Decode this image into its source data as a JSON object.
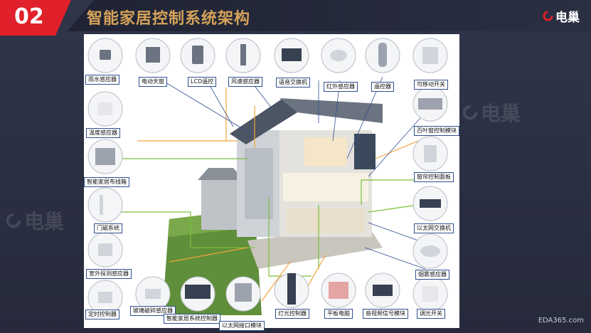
{
  "slide": {
    "number": "02",
    "title": "智能家居控制系统架构",
    "brand": "电巢",
    "footer": "EDA365.com",
    "watermark": "电巢"
  },
  "colors": {
    "background": "#2b3043",
    "accent_red": "#e0202a",
    "title_gold": "#d6a35a",
    "label_border": "#2f4f8f",
    "wire_green": "#7bbf3a",
    "wire_orange": "#f2a33a"
  },
  "devices": {
    "rain_sensor": "雨水感应器",
    "power_window": "电动天窗",
    "lcd_remote": "LCD遥控",
    "wind_sensor": "风速感应器",
    "audio_switch": "语音交换机",
    "infrared_sensor": "红外感应器",
    "remote_ctrl": "遥控器",
    "mobile_switch": "可移动开关",
    "temp_sensor": "温度感应器",
    "blind_module": "百叶窗控制模块",
    "wiring_box": "智能家居布线箱",
    "curtain_panel": "窗帘控制面板",
    "door_sensor": "门磁系统",
    "ethernet_switch": "以太网交换机",
    "outdoor_ir_sensor": "室外探测感应器",
    "smoke_sensor": "烟雾感应器",
    "timed_control": "定时控制器",
    "glass_break": "玻璃破碎感应器",
    "home_controller": "智能家居系统控制器",
    "ethernet_port": "以太网接口模块",
    "light_controller": "灯光控制器",
    "tablet": "平板电脑",
    "av_module": "音视频信号模块",
    "dimmer": "调光开关"
  }
}
